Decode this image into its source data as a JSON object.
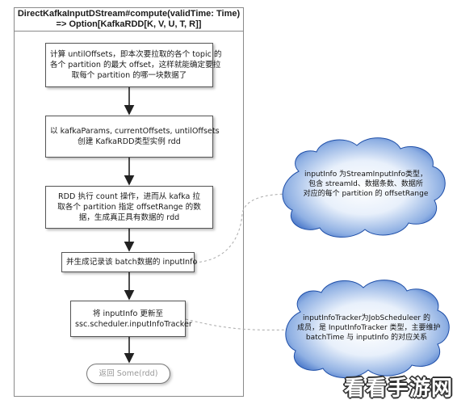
{
  "frame": {
    "title_line1": "DirectKafkaInputDStream#compute(validTime: Time)",
    "title_line2": "=> Option[KafkaRDD[K, V, U, T, R]]"
  },
  "steps": [
    {
      "lines": [
        "计算 untilOffsets，即本次要拉取的各个 topic 的",
        "各个 partition 的最大 offset，这样就能确定要拉",
        "取每个 partition 的哪一块数据了"
      ]
    },
    {
      "lines": [
        "以 kafkaParams, currentOffsets, untilOffsets",
        "创建 KafkaRDD类型实例 rdd"
      ]
    },
    {
      "lines": [
        "RDD 执行 count 操作，进而从 kafka 拉",
        "取各个 partition 指定 offsetRange 的数",
        "据，生成真正具有数据的 rdd"
      ]
    },
    {
      "lines": [
        "并生成记录该 batch数据的 inputInfo"
      ]
    },
    {
      "lines": [
        "将 inputInfo 更新至",
        "ssc.scheduler.inputInfoTracker"
      ]
    }
  ],
  "end_label": "返回 Some(rdd)",
  "notes": [
    {
      "lines": [
        "inputInfo 为StreamInputInfo类型，",
        "包含 streamId、数据条数、数据所",
        "对应的每个 partition 的 offsetRange"
      ]
    },
    {
      "lines": [
        "inputInfoTracker为JobScheduleer 的",
        "成员，是 InputInfoTracker 类型，主要维护",
        "batchTime 与 inputInfo 的对应关系"
      ]
    }
  ],
  "colors": {
    "cloud_fill": "#3b6fc9",
    "cloud_fill_light": "#d6e4f7",
    "arrow": "#222222",
    "connector": "#aaaaaa"
  },
  "watermark": "看看手游网"
}
